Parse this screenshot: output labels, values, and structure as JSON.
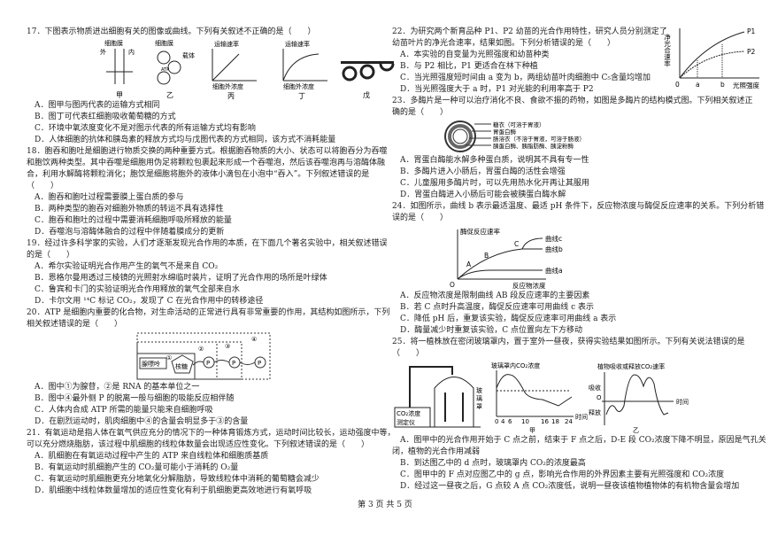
{
  "q17": {
    "stem": "17．下图表示物质进出细胞有关的图像或曲线。下列有关叙述不正确的是（　　）",
    "fig": {
      "jia_top": "细胞膜",
      "out": "外",
      "in": "内",
      "yi_top": "细胞膜",
      "carrier": "载体",
      "atp": "ATP",
      "bing_y": "运输速率",
      "bing_x": "细胞外浓度",
      "ding_y": "运输速率",
      "ding_x": "细胞外浓度",
      "o": "O",
      "labels": [
        "甲",
        "乙",
        "丙",
        "丁",
        "戊"
      ]
    },
    "options": [
      "A．图甲与图丙代表的运输方式相同",
      "B．图丁可代表红细胞吸收葡萄糖的方式",
      "C．环境中氧浓度变化不是对图示代表的所有运输方式均有影响",
      "D．人体细胞的抗体和胰岛素的释放方式均与戊图代表的方式相同，该方式不消耗能量"
    ]
  },
  "q18": {
    "stem": [
      "18．胞吞和胞吐是细胞进行物质交换的两种重要方式。根据胞吞物质的大小、状态可以将胞吞分为吞噬",
      "和胞饮两种类型。其中吞噬是细胞用伪足将颗粒包裹起来形成一个吞噬泡，然后该吞噬泡再与溶酶体融",
      "合，利用水解酶将颗粒消化；胞饮是细胞将胞外的液体小滴包在小泡中“吞入”。下列叙述错误的是",
      "（　　）"
    ],
    "options": [
      "A．胞吞和胞吐过程需要膜上蛋白质的参与",
      "B．两种类型的胞吞对细胞外物质的转运不具有选择性",
      "C．胞吞和胞吐的过程中需要消耗细胞呼吸所释放的能量",
      "D．吞噬泡与溶酶体融合的过程中伴随着膜成分的更新"
    ]
  },
  "q19": {
    "stem": [
      "19．经过许多科学家的实验，人们才逐渐发现光合作用的本质，在下面几个著名实验中，相关叙述错误",
      "的是（　　）"
    ],
    "options": [
      "A．希尔实验证明光合作用产生的氧气不是来自 CO₂",
      "B．恩格尔曼用透过三棱镜的光照射水绵临时装片，证明了光合作用的场所是叶绿体",
      "C．鲁宾和卡门的实验证明光合作用释放的氧气全部来自水",
      "D．卡尔文用 ¹⁴C 标记 CO₂，发现了 C 在光合作用中的转移途径"
    ]
  },
  "q20": {
    "stem": [
      "20．ATP 是细胞内重要的化合物，对生命活动的正常进行具有非常重要的作用，其结构如图所示，下列",
      "相关叙述错误的是（　　）"
    ],
    "fig": {
      "adenine": "腺嘌呤",
      "ribose": "核糖",
      "p": "P",
      "marks": [
        "①",
        "②",
        "③",
        "④"
      ]
    },
    "options": [
      "A．图中①为腺苷，②是 RNA 的基本单位之一",
      "B．图中④最外侧 P 的脱离一般与细胞的吸能反应相伴随",
      "C．人体内合成 ATP 所需的能量只能来自细胞呼吸",
      "D．在剧烈运动时，肌肉细胞中④的含量会明显多于③的含量"
    ]
  },
  "q21": {
    "stem": [
      "21．有氧运动是指人体在氧气供应充分的情况下的一种体育锻炼方式，运动时间比较长，运动强度中等，",
      "可以充分燃烧脂肪，该过程中肌细胞的线粒体数量会出现适应性变化。下列叙述错误的是（　　）"
    ],
    "options": [
      "A．肌细胞在有氧运动过程中产生的 ATP 来自线粒体和细胞质基质",
      "B．有氧运动时肌细胞产生的 CO₂量可能小于消耗的 O₂量",
      "C．有氧运动时肌细胞更充分地氧化分解脂肪，导致线粒体中消耗的葡萄糖会减少",
      "D．肌细胞中线粒体数量增加的适应性变化有利于肌细胞更高效地进行有氧呼吸"
    ]
  },
  "q22": {
    "stem": [
      "22．为研究两个新育品种 P1、P2 幼苗的光合作用特性，研究人员分别测定了",
      "幼苗叶片的净光合速率，结果如图。下列分析错误的是（　　）"
    ],
    "fig": {
      "ylabel": "净光合速率",
      "xlabel": "光照强度",
      "o": "0",
      "a": "a",
      "b": "b",
      "p1": "P1",
      "p2": "P2"
    },
    "options": [
      "A．本实验的自变量为光照强度和幼苗种类",
      "B．与 P2 相比，P1 更适合在林下种植",
      "C．当光照强度短时间由 a 变为 b，两组幼苗叶肉细胞中 C₅含量均增加",
      "D．当光照强度大于 a 时，P1 对光能的利用率高于 P2"
    ]
  },
  "q23": {
    "stem": [
      "23．多酶片是一种可以治疗消化不良、食欲不振的药物，如图是多酶片的结构模式图。下列相关叙述正",
      "确的是（　　）"
    ],
    "fig": {
      "labels": [
        "糖衣（可溶于胃液）",
        "胃蛋白酶",
        "肠溶衣（不溶于胃液，可溶于肠液）",
        "胰蛋白酶、胰脂肪酶、胰淀粉酶"
      ]
    },
    "options": [
      "A．胃蛋白酶能水解多种蛋白质，说明其不具有专一性",
      "B．多酶片进入小肠后，胃蛋白酶的活性会增强",
      "C．儿童服用多酶片时，可以先用热水化开再让其服用",
      "D．胃蛋白酶进入小肠后可能会被胰蛋白酶水解"
    ]
  },
  "q24": {
    "stem": [
      "24．如图所示，曲线 b 表示最适温度、最适 pH 条件下，反应物浓度与酶促反应速率的关系。下列分析错",
      "误的是（　　）"
    ],
    "fig": {
      "ylabel": "酶促反应速率",
      "xlabel": "反应物浓度",
      "o": "O",
      "points": [
        "A",
        "B",
        "C"
      ],
      "curves": [
        "曲线c",
        "曲线b",
        "曲线a"
      ]
    },
    "options": [
      "A．反应物浓度是限制曲线 AB 段反应速率的主要因素",
      "B．若 C 点时升高温度，酶促反应速率可用曲线 c 表示",
      "C．降低 pH 后，重复该实验，酶促反应速率可用曲线 a 表示",
      "D．酶量减少时重复该实验，C 点位置向左下方移动"
    ]
  },
  "q25": {
    "stem": [
      "25．将一植株放在密闭玻璃罩内，置于室外一昼夜，获得实验结果如图所示。下列有关说法错误的是",
      "（　　）"
    ],
    "fig": {
      "meter": [
        "CO₂浓度",
        "测定仪"
      ],
      "cover": [
        "玻",
        "璃",
        "罩"
      ],
      "jia_y": "玻璃罩内CO₂浓度",
      "jia_x": "时间",
      "jia_ticks": [
        "0",
        "4",
        "6",
        "10",
        "16",
        "18",
        "24"
      ],
      "jia_pts": [
        "A",
        "B",
        "C",
        "D",
        "E",
        "F",
        "G"
      ],
      "jia_label": "甲",
      "yi_y": "植物吸收或释放CO₂速率",
      "absorb": "吸收",
      "release": "释放",
      "yi_x": "时间",
      "o": "O",
      "yi_pts": [
        "a",
        "b",
        "c",
        "d",
        "e",
        "f",
        "g",
        "h",
        "i"
      ],
      "yi_label": "乙"
    },
    "options": [
      "A．图甲中的光合作用开始于 C 点之前，结束于 F 点之后，D-E 段 CO₂浓度下降不明显，原因是气孔关",
      "闭，植物的光合作用减弱",
      "B．到达图乙中的 d 点时，玻璃罩内 CO₂的浓度最高",
      "C．图甲中的 F 点对应图乙中的 g 点，影响光合作用的外界因素主要有光照强度和 CO₂浓度",
      "D．经过这一昼夜之后，G 点较 A 点 CO₂浓度低，说明一昼夜该植物植物体的有机物含量会增加"
    ]
  },
  "footer": "第 3 页 共 5 页"
}
